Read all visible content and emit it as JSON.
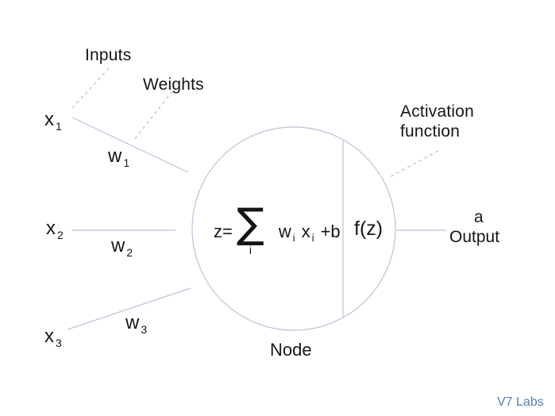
{
  "labels": {
    "inputs": "Inputs",
    "weights": "Weights",
    "activation_line1": "Activation",
    "activation_line2": "function",
    "node": "Node",
    "output_var": "a",
    "output": "Output",
    "watermark": "V7 Labs"
  },
  "vars": {
    "x1": {
      "base": "x",
      "sub": "1"
    },
    "x2": {
      "base": "x",
      "sub": "2"
    },
    "x3": {
      "base": "x",
      "sub": "3"
    },
    "w1": {
      "base": "w",
      "sub": "1"
    },
    "w2": {
      "base": "w",
      "sub": "2"
    },
    "w3": {
      "base": "w",
      "sub": "3"
    }
  },
  "formula": {
    "lhs": "z=",
    "sum": "∑",
    "sum_index": "i",
    "weight_base": "w",
    "weight_sub": "i",
    "input_base": "x",
    "input_sub": "i",
    "bias": "+b",
    "activation": "f(z)"
  },
  "colors": {
    "line": "#b9c4d6",
    "dashed": "#b6bedd",
    "text": "#161616",
    "watermark": "#5584b2",
    "background": "#ffffff"
  }
}
